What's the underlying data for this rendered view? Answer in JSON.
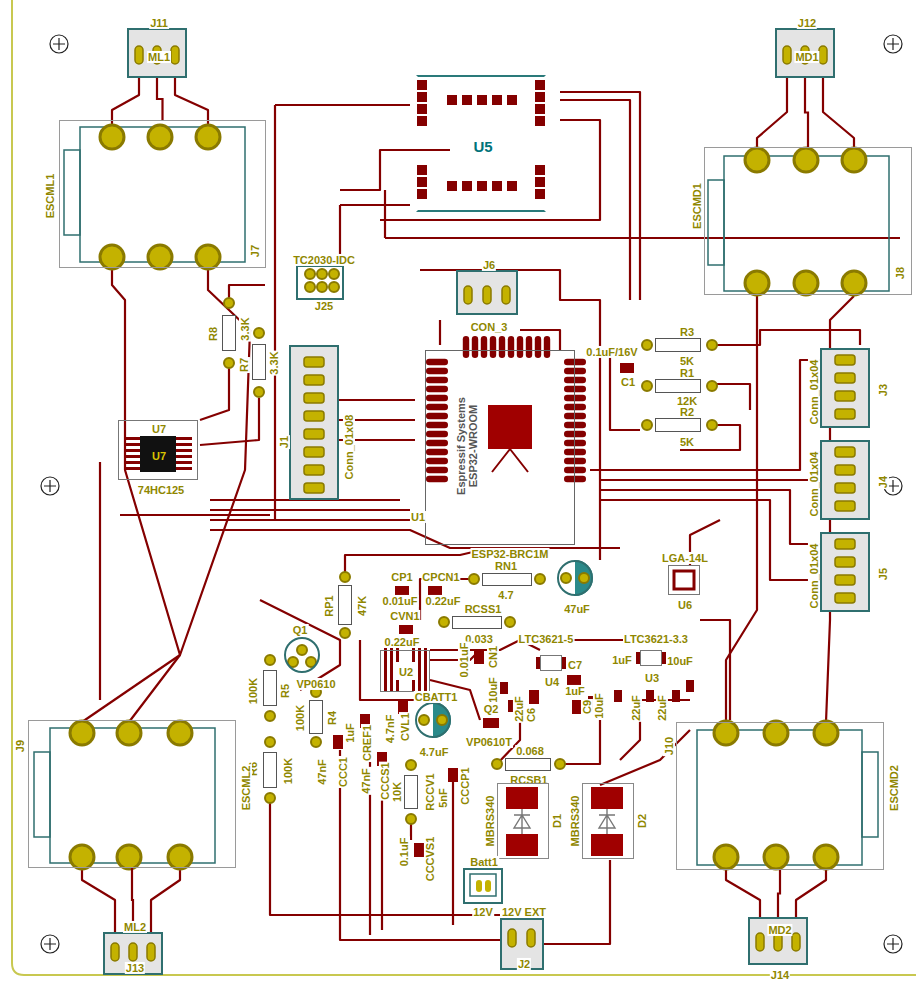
{
  "diagram": {
    "nodes": [
      {
        "text": [
          "J11",
          "ML1"
        ]
      },
      {
        "text": [
          "ESCML1",
          "J7"
        ]
      },
      {
        "text": [
          "J12",
          "MD1"
        ]
      },
      {
        "text": [
          "ESCMD1",
          "J8"
        ]
      },
      {
        "text": [
          "U5"
        ]
      },
      {
        "text": [
          "TC2030-IDC",
          "J25"
        ]
      },
      {
        "text": [
          "J6",
          "CON_3"
        ]
      },
      {
        "text": [
          "R8",
          "3.3K"
        ]
      },
      {
        "text": [
          "R7",
          "3.3K"
        ]
      },
      {
        "text": [
          "J1",
          "Conn_01x08"
        ]
      },
      {
        "text": [
          "U7",
          "U7",
          "74HC125"
        ]
      },
      {
        "text": [
          "Espressif Systems ESP32-WROOM",
          "U1"
        ]
      },
      {
        "text": [
          "0.1uF/16V",
          "C1"
        ]
      },
      {
        "text": [
          "R3",
          "5K"
        ]
      },
      {
        "text": [
          "R1",
          "12K"
        ]
      },
      {
        "text": [
          "R2",
          "5K"
        ]
      },
      {
        "text": [
          "J3",
          "Conn_01x04"
        ]
      },
      {
        "text": [
          "J4",
          "Conn_01x04"
        ]
      },
      {
        "text": [
          "J5",
          "Conn_01x04"
        ]
      },
      {
        "text": [
          "LGA-14L",
          "U6"
        ]
      },
      {
        "text": [
          "ESP32-BRC1M",
          "47uF"
        ]
      },
      {
        "text": [
          "RN1",
          "4.7"
        ]
      },
      {
        "text": [
          "CP1",
          "0.01uF"
        ]
      },
      {
        "text": [
          "CPCN1",
          "0.22uF"
        ]
      },
      {
        "text": [
          "RCSS1",
          "0.033"
        ]
      },
      {
        "text": [
          "CVN1",
          "0.22uF"
        ]
      },
      {
        "text": [
          "RP1",
          "47K"
        ]
      },
      {
        "text": [
          "Q1",
          "VP0610"
        ]
      },
      {
        "text": [
          "R5",
          "100K"
        ]
      },
      {
        "text": [
          "R4",
          "100K"
        ]
      },
      {
        "text": [
          "R6",
          "100K"
        ]
      },
      {
        "text": [
          "U2"
        ]
      },
      {
        "text": [
          "CN1",
          "0.01uF"
        ]
      },
      {
        "text": [
          "LTC3621-5",
          "U4"
        ]
      },
      {
        "text": [
          "LTC3621-3.3",
          "U3"
        ]
      },
      {
        "text": [
          "CBATT1",
          "4.7uF"
        ]
      },
      {
        "text": [
          "Q2",
          "VP0610T"
        ]
      },
      {
        "text": [
          "0.068",
          "RCSB1"
        ]
      },
      {
        "text": [
          "D1",
          "MBRS340"
        ]
      },
      {
        "text": [
          "D2",
          "MBRS340"
        ]
      },
      {
        "text": [
          "J9",
          "ESCML2"
        ]
      },
      {
        "text": [
          "ML2",
          "J13"
        ]
      },
      {
        "text": [
          "J10",
          "ESCMD2"
        ]
      },
      {
        "text": [
          "MD2",
          "J14"
        ]
      },
      {
        "text": [
          "Batt1",
          "12V"
        ]
      },
      {
        "text": [
          "12V EXT",
          "J2"
        ]
      },
      {
        "text": [
          "CCC1",
          "47nF"
        ]
      },
      {
        "text": [
          "CREF1",
          "1uF"
        ]
      },
      {
        "text": [
          "CCCS1",
          "47nF"
        ]
      },
      {
        "text": [
          "CVL1",
          "4.7nF"
        ]
      },
      {
        "text": [
          "RCCV1",
          "10K"
        ]
      },
      {
        "text": [
          "CCCVS1",
          "0.1uF"
        ]
      },
      {
        "text": [
          "CCCP1",
          "5nF"
        ]
      },
      {
        "text": [
          "C7",
          "1uF"
        ]
      },
      {
        "text": [
          "C6",
          "22uF"
        ]
      },
      {
        "text": [
          "C9"
        ]
      }
    ],
    "edges": [
      {
        "from": 0,
        "to": 1,
        "arrow": "none"
      },
      {
        "from": 2,
        "to": 3,
        "arrow": "none"
      },
      {
        "from": 41,
        "to": 40,
        "arrow": "none"
      },
      {
        "from": 43,
        "to": 42,
        "arrow": "none"
      }
    ],
    "labels": [
      "10uF",
      "1uF",
      "10uF",
      "22uF",
      "22uF",
      "10uF"
    ]
  }
}
